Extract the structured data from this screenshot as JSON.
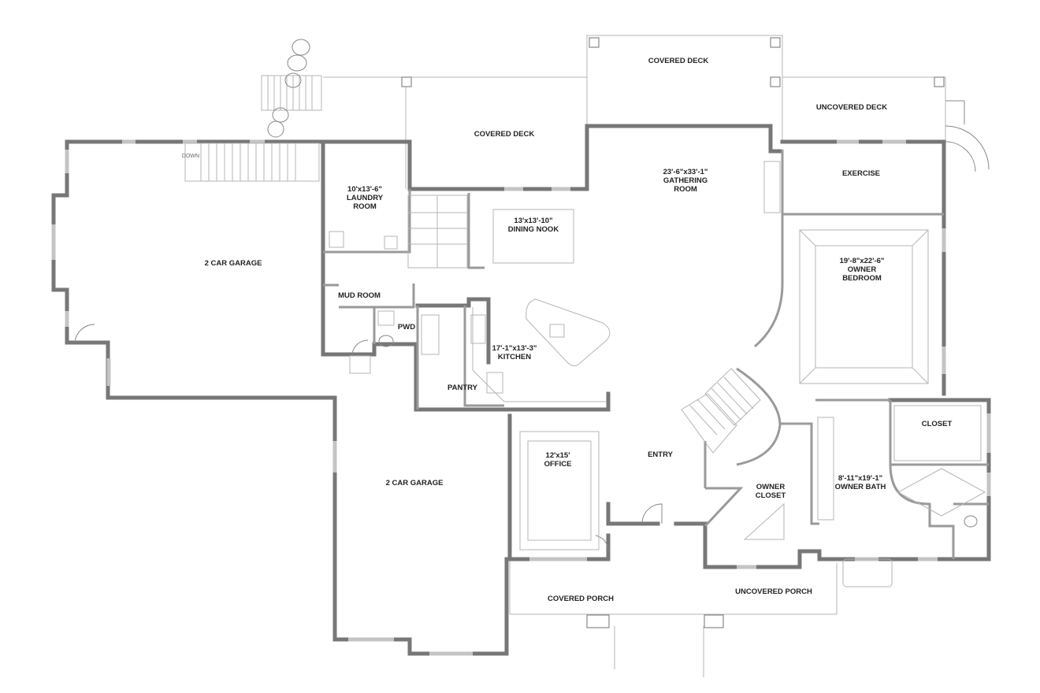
{
  "rooms": {
    "covered_deck_top": "COVERED DECK",
    "covered_deck_left": "COVERED DECK",
    "uncovered_deck": "UNCOVERED DECK",
    "exercise": "EXERCISE",
    "gathering_dims": "23'-6\"x33'-1\"",
    "gathering_l1": "GATHERING",
    "gathering_l2": "ROOM",
    "laundry_dims": "10'x13'-6\"",
    "laundry_l1": "LAUNDRY",
    "laundry_l2": "ROOM",
    "dining_dims": "13'x13'-10\"",
    "dining_name": "DINING NOOK",
    "owner_bedroom_dims": "19'-8\"x22'-6\"",
    "owner_bedroom_l1": "OWNER",
    "owner_bedroom_l2": "BEDROOM",
    "garage_top": "2 CAR GARAGE",
    "garage_bottom": "2 CAR GARAGE",
    "mud_room": "MUD ROOM",
    "pwd": "PWD",
    "kitchen_dims": "17'-1\"x13'-3\"",
    "kitchen_name": "KITCHEN",
    "pantry": "PANTRY",
    "closet": "CLOSET",
    "office_dims": "12'x15'",
    "office_name": "OFFICE",
    "entry": "ENTRY",
    "owner_closet_l1": "OWNER",
    "owner_closet_l2": "CLOSET",
    "owner_bath_dims": "8'-11\"x19'-1\"",
    "owner_bath_name": "OWNER BATH",
    "covered_porch": "COVERED PORCH",
    "uncovered_porch": "UNCOVERED PORCH",
    "stair_down": "DOWN"
  },
  "colors": {
    "wall": "#777777",
    "window": "#c4c4c4",
    "label": "#222222"
  }
}
